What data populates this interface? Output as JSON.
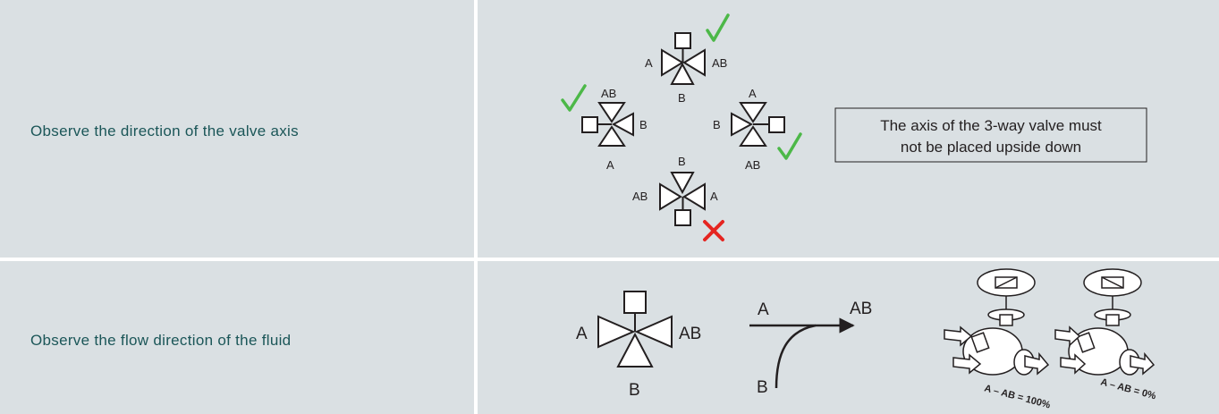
{
  "rows": [
    {
      "label": "Observe the direction of the valve axis"
    },
    {
      "label": "Observe the flow direction of the fluid"
    }
  ],
  "orientation_diagram": {
    "top_valve": {
      "left": "A",
      "right": "AB",
      "bottom": "B"
    },
    "left_valve": {
      "top": "AB",
      "right": "B",
      "bottom": "A"
    },
    "right_valve": {
      "top": "A",
      "left": "B",
      "bottom": "AB"
    },
    "bottom_valve": {
      "top": "B",
      "left": "AB",
      "right": "A"
    },
    "note": "The axis of the 3-way valve must not be placed upside down",
    "ok_color": "#4cb848",
    "bad_color": "#e52521"
  },
  "flow_diagram": {
    "valve": {
      "left": "A",
      "right": "AB",
      "bottom": "B"
    },
    "arrow": {
      "start_left": "A",
      "end": "AB",
      "start_bottom": "B"
    },
    "images": [
      {
        "caption": "A – AB = 100%"
      },
      {
        "caption": "A – AB = 0%"
      }
    ]
  },
  "colors": {
    "cell_bg": "#dae0e3",
    "label": "#1b5658",
    "line": "#231f20"
  }
}
